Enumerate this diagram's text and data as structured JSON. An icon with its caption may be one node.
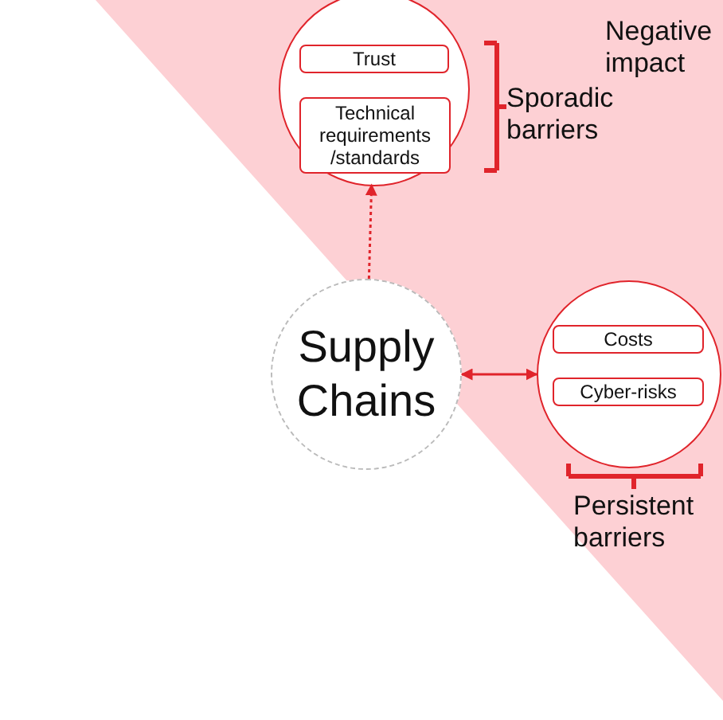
{
  "diagram": {
    "nodes": [
      {
        "text": [],
        "shape": "circle"
      },
      {
        "text": [
          "Trust"
        ],
        "in": 0
      },
      {
        "text": [
          "Technical requirements /standards"
        ],
        "in": 0
      },
      {
        "text": [
          "Supply Chains"
        ]
      },
      {
        "text": [],
        "shape": "circle"
      },
      {
        "text": [
          "Costs"
        ],
        "in": 4
      },
      {
        "text": [
          "Cyber-risks"
        ],
        "in": 4
      }
    ],
    "edges": [
      {
        "from": 3,
        "to": 0,
        "arrow": "to",
        "style": "dashed"
      },
      {
        "from": 3,
        "to": 4,
        "arrow": "both"
      }
    ],
    "labels": [
      "Negative impact",
      "Sporadic barriers",
      "Persistent barriers"
    ]
  }
}
